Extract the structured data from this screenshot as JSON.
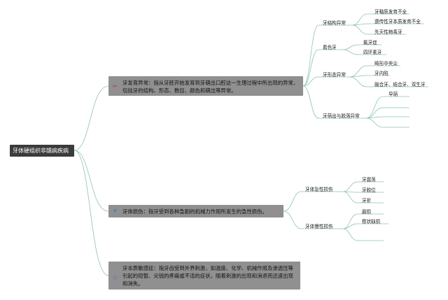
{
  "root": {
    "label": "牙体硬组织非龋病疾病"
  },
  "branches": [
    {
      "text": "牙发育异常：指从牙胚开始发育到牙萌出口腔这一生理过程中所出现的异常，包括牙的结构、形态、数目、颜色和萌出等异常。",
      "icon": "bandage-icon",
      "children": [
        {
          "label": "牙结构异常",
          "leaves": [
            "牙釉质发育不全",
            "遗传性牙本质发育不全",
            "先天性梅毒牙"
          ]
        },
        {
          "label": "着色牙",
          "leaves": [
            "氟牙症",
            "四环素牙"
          ]
        },
        {
          "label": "牙形态异常",
          "leaves": [
            "畸形中央尖",
            "牙内陷",
            "融合牙、结合牙、双生牙"
          ]
        },
        {
          "label": "牙萌出与脱落异常",
          "leaves": [
            "早萌",
            "",
            "",
            ""
          ]
        }
      ]
    },
    {
      "text": "牙体损伤：指牙受到各种急剧的机械力作用所发生的急性损伤。",
      "icon": "tooth-injury-icon",
      "children": [
        {
          "label": "牙体急性损伤",
          "leaves": [
            "牙震荡",
            "牙脱位",
            "牙折"
          ]
        },
        {
          "label": "牙体慢性损伤",
          "leaves": [
            "磨损",
            "楔状缺损",
            ""
          ]
        }
      ]
    },
    {
      "text": "牙本质敏感症：指牙齿受到外界刺激，如温度、化学、机械作用及渗透压等引起的短暂、尖锐的疼痛或不适的症状，随着刺激的出现和消退而迅速出现和消失。",
      "icon": "flame-icon",
      "children": []
    }
  ],
  "colors": {
    "link": "#8fc2ad",
    "root_bg": "#3b3b3b",
    "branch_bg": "#909090"
  }
}
